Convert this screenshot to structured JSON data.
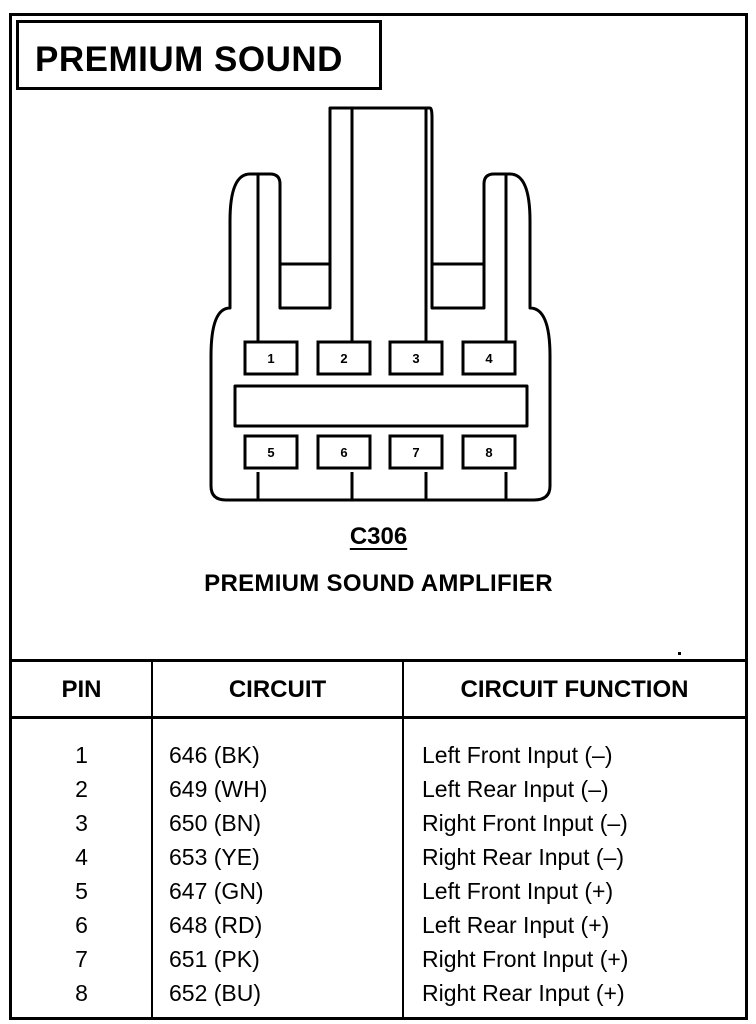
{
  "title": "PREMIUM SOUND",
  "connector": {
    "id": "C306",
    "name": "PREMIUM SOUND AMPLIFIER",
    "pins_top": [
      "1",
      "2",
      "3",
      "4"
    ],
    "pins_bottom": [
      "5",
      "6",
      "7",
      "8"
    ]
  },
  "table": {
    "headers": {
      "pin": "PIN",
      "circuit": "CIRCUIT",
      "function": "CIRCUIT FUNCTION"
    },
    "rows": [
      {
        "pin": "1",
        "circuit": "646 (BK)",
        "function": "Left Front Input (–)"
      },
      {
        "pin": "2",
        "circuit": "649 (WH)",
        "function": "Left Rear Input (–)"
      },
      {
        "pin": "3",
        "circuit": "650 (BN)",
        "function": "Right Front Input (–)"
      },
      {
        "pin": "4",
        "circuit": "653 (YE)",
        "function": "Right Rear Input (–)"
      },
      {
        "pin": "5",
        "circuit": "647 (GN)",
        "function": "Left Front Input (+)"
      },
      {
        "pin": "6",
        "circuit": "648 (RD)",
        "function": "Left Rear Input (+)"
      },
      {
        "pin": "7",
        "circuit": "651 (PK)",
        "function": "Right Front Input (+)"
      },
      {
        "pin": "8",
        "circuit": "652 (BU)",
        "function": "Right Rear Input (+)"
      }
    ]
  }
}
